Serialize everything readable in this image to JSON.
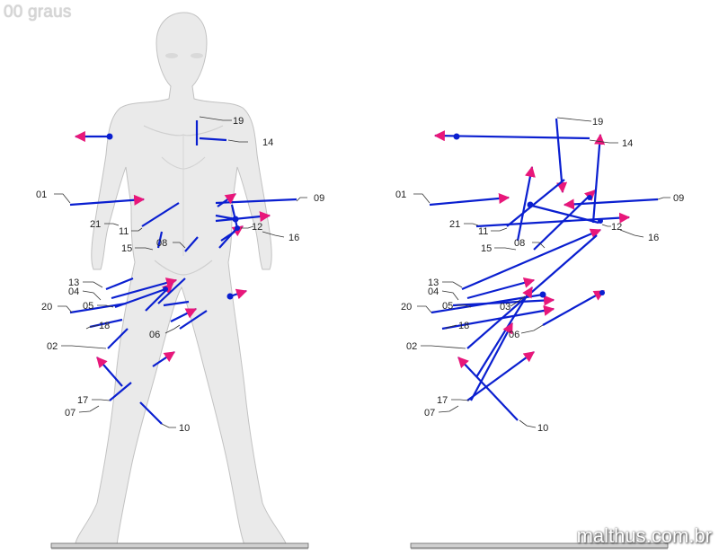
{
  "header": {
    "title": "00 graus"
  },
  "footer": {
    "watermark": "malthus.com.br"
  },
  "colors": {
    "vector": "#0a1fd0",
    "arrowhead": "#e8177a",
    "dot": "#0a1fd0",
    "figure": "#e9e9e9",
    "figure_stroke": "#c4c4c4",
    "leader": "#333333"
  },
  "icons": {
    "figure": "human-figure-front-icon",
    "baseline": "floor-scale-icon"
  },
  "labels": [
    "01",
    "02",
    "03",
    "04",
    "05",
    "06",
    "07",
    "08",
    "09",
    "10",
    "11",
    "12",
    "13",
    "14",
    "15",
    "16",
    "17",
    "18",
    "19",
    "20",
    "21"
  ]
}
